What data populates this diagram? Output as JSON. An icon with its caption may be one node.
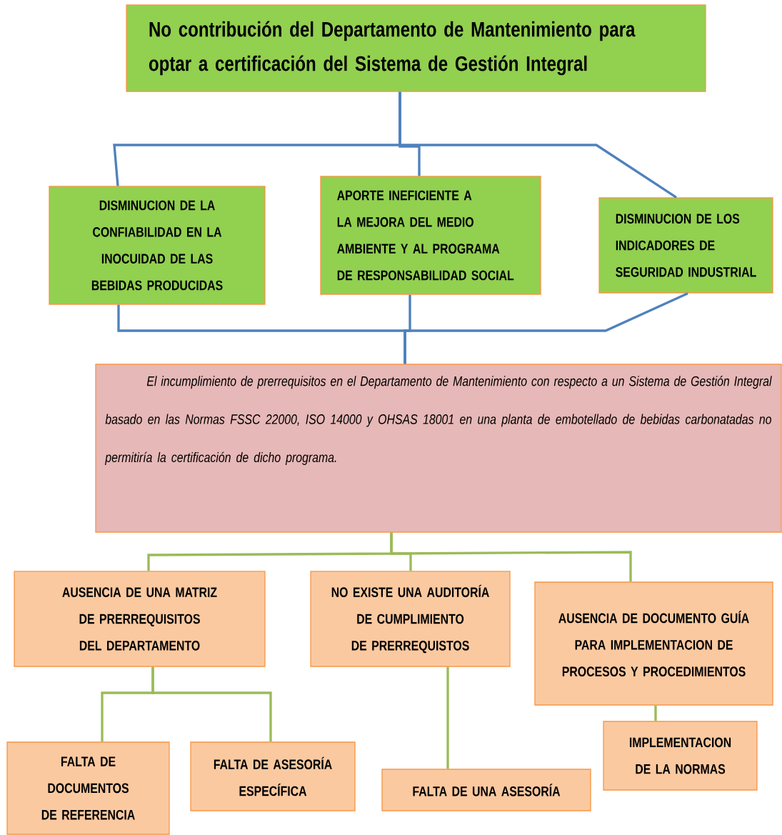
{
  "diagram": {
    "nodes": [
      {
        "text": [
          "No contribución del Departamento de Mantenimiento para optar a certificación del Sistema de Gestión Integral"
        ]
      },
      {
        "text": [
          "DISMINUCION DE LA CONFIABILIDAD EN LA INOCUIDAD DE LAS BEBIDAS PRODUCIDAS"
        ]
      },
      {
        "text": [
          "APORTE INEFICIENTE A LA MEJORA DEL MEDIO AMBIENTE Y AL PROGRAMA DE RESPONSABILIDAD SOCIAL"
        ]
      },
      {
        "text": [
          "DISMINUCION DE LOS INDICADORES DE SEGURIDAD INDUSTRIAL"
        ]
      },
      {
        "text": [
          "El incumplimiento de prerrequisitos en el Departamento de Mantenimiento con respecto a un Sistema de Gestión Integral basado en las Normas FSSC 22000, ISO 14000 y OHSAS 18001 en una planta de embotellado de bebidas carbonatadas no permitiría la certificación de dicho programa."
        ]
      },
      {
        "text": [
          "AUSENCIA DE UNA MATRIZ DE PRERREQUISITOS DEL DEPARTAMENTO"
        ]
      },
      {
        "text": [
          "NO EXISTE UNA AUDITORÍA DE CUMPLIMIENTO DE PRERREQUISTOS"
        ]
      },
      {
        "text": [
          "AUSENCIA DE DOCUMENTO GUÍA PARA IMPLEMENTACION DE PROCESOS Y PROCEDIMIENTOS"
        ]
      },
      {
        "text": [
          "FALTA DE DOCUMENTOS DE REFERENCIA"
        ]
      },
      {
        "text": [
          "FALTA DE ASESORÍA ESPECÍFICA"
        ]
      },
      {
        "text": [
          "FALTA DE UNA ASESORÍA"
        ]
      },
      {
        "text": [
          "IMPLEMENTACION DE LA NORMAS"
        ]
      }
    ],
    "edges": [
      {
        "from": 0,
        "to": 1,
        "arrow": "none",
        "color": "#4f81bd"
      },
      {
        "from": 0,
        "to": 2,
        "arrow": "none",
        "color": "#4f81bd"
      },
      {
        "from": 0,
        "to": 3,
        "arrow": "none",
        "color": "#4f81bd"
      },
      {
        "from": 1,
        "to": 4,
        "arrow": "none",
        "color": "#4f81bd"
      },
      {
        "from": 2,
        "to": 4,
        "arrow": "none",
        "color": "#4f81bd"
      },
      {
        "from": 3,
        "to": 4,
        "arrow": "none",
        "color": "#4f81bd"
      },
      {
        "from": 4,
        "to": 5,
        "arrow": "none"
      },
      {
        "from": 4,
        "to": 6,
        "arrow": "none"
      },
      {
        "from": 4,
        "to": 7,
        "arrow": "none"
      },
      {
        "from": 5,
        "to": 8,
        "arrow": "none"
      },
      {
        "from": 5,
        "to": 9,
        "arrow": "none"
      },
      {
        "from": 6,
        "to": 10,
        "arrow": "none"
      },
      {
        "from": 7,
        "to": 11,
        "arrow": "none"
      }
    ]
  }
}
